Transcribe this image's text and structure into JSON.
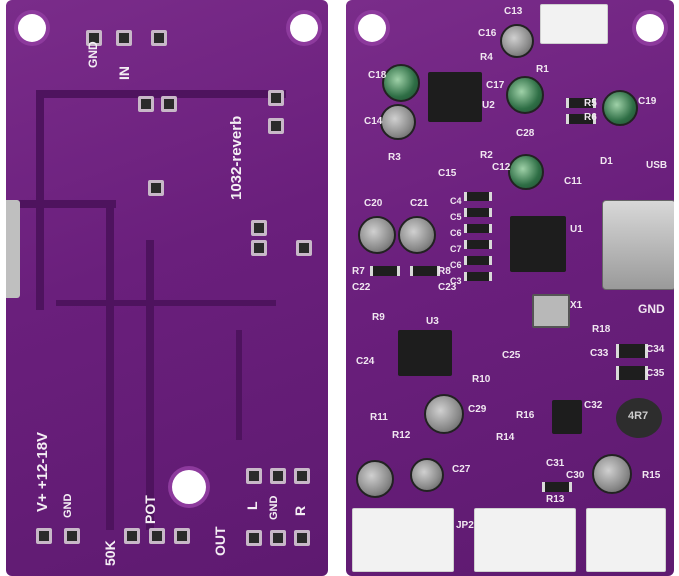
{
  "left_board": {
    "labels": {
      "gnd_top": "GND",
      "in": "IN",
      "model": "1032-reverb",
      "power": "V+ +12-18V",
      "gnd_power": "GND",
      "k50": "50K",
      "pot": "POT",
      "out": "OUT",
      "l": "L",
      "gnd_out": "GND",
      "r": "R"
    }
  },
  "right_board": {
    "refs": [
      "C13",
      "C16",
      "R4",
      "R1",
      "C18",
      "C17",
      "U2",
      "R5",
      "R6",
      "C19",
      "C14",
      "C28",
      "R3",
      "R2",
      "C12",
      "C15",
      "C11",
      "D1",
      "USB",
      "C20",
      "C21",
      "U1",
      "R7",
      "C22",
      "R8",
      "C23",
      "X1",
      "GND",
      "R9",
      "U3",
      "C24",
      "C25",
      "R10",
      "R18",
      "C33",
      "C34",
      "C35",
      "R11",
      "R12",
      "R16",
      "R14",
      "C29",
      "C32",
      "C30",
      "C27",
      "R13",
      "C31",
      "R15",
      "JP2",
      "4R7"
    ],
    "caps_column": [
      "C4",
      "C5",
      "C6",
      "C7",
      "C6",
      "C3"
    ]
  },
  "colors": {
    "pcb": "#6a1f7c",
    "silk": "#f4eef4",
    "hole": "#ffffff"
  }
}
